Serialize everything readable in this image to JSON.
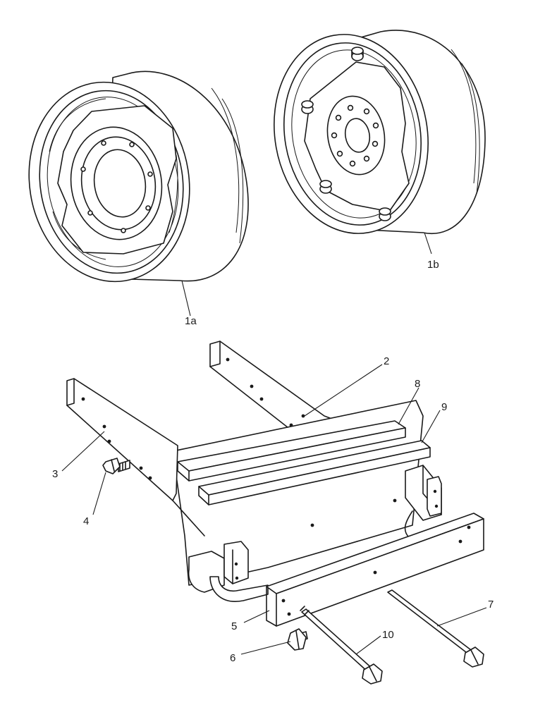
{
  "callouts": {
    "c1a": "1a",
    "c1b": "1b",
    "c2": "2",
    "c3": "3",
    "c4": "4",
    "c5": "5",
    "c6": "6",
    "c7": "7",
    "c8": "8",
    "c9": "9",
    "c10": "10"
  }
}
